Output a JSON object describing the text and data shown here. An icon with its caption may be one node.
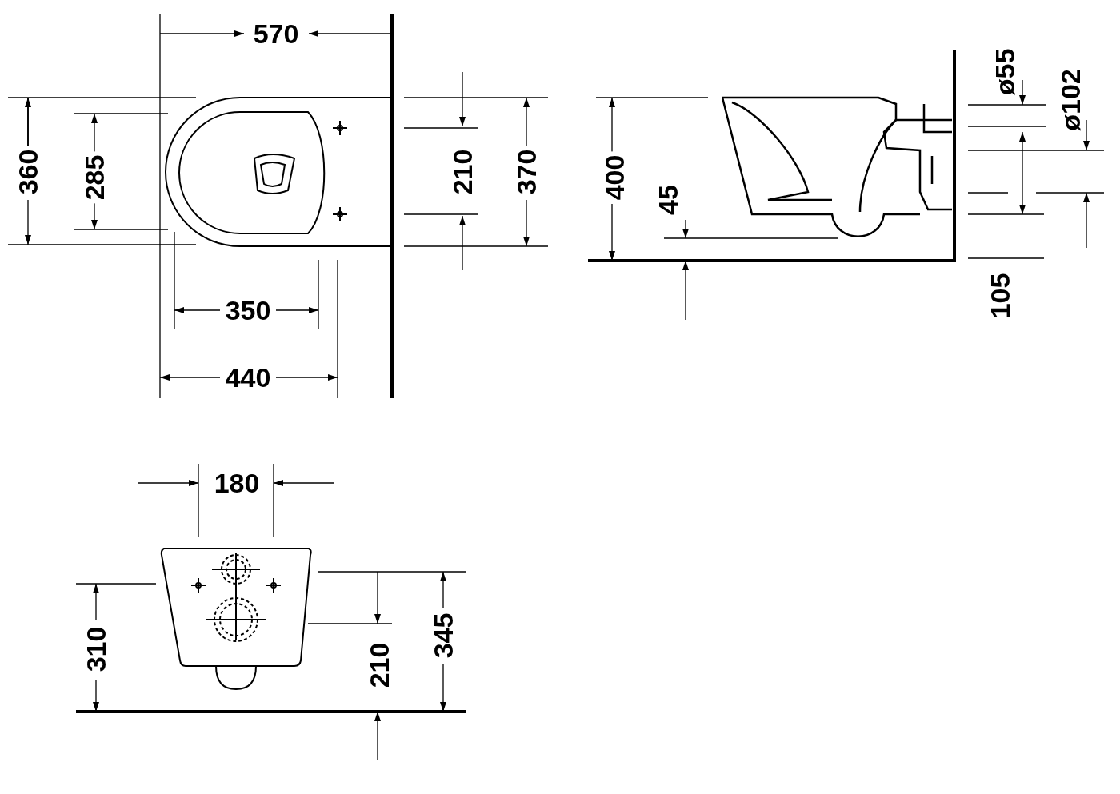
{
  "diagram": {
    "labels": [
      "570",
      "360",
      "285",
      "210",
      "370",
      "400",
      "45",
      "ø55",
      "ø102",
      "350",
      "440",
      "105",
      "180",
      "310",
      "210",
      "345"
    ]
  }
}
